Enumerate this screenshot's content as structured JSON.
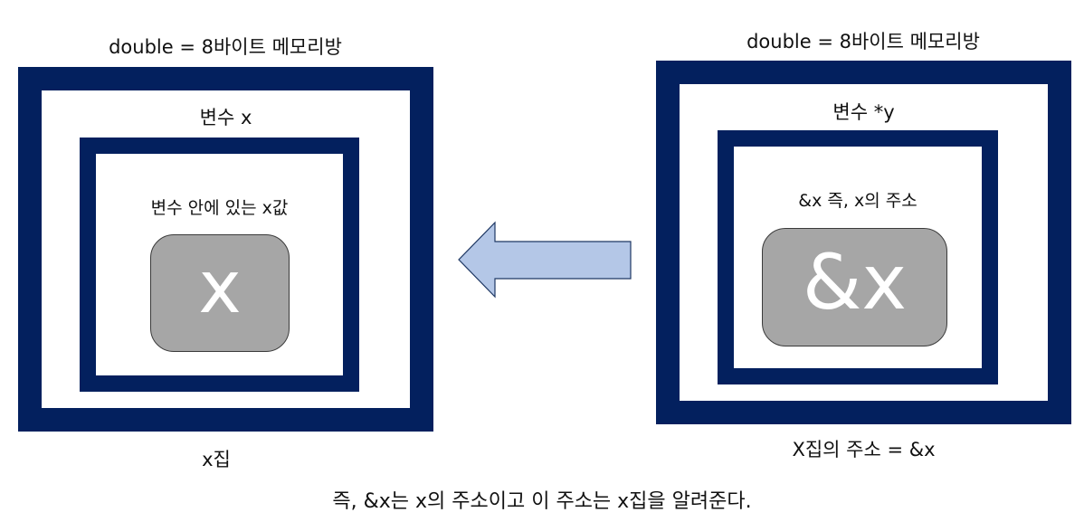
{
  "colors": {
    "frame": "#03205e",
    "chip_fill": "#a6a6a6",
    "arrow_fill": "#b4c7e7",
    "arrow_stroke": "#1f3864"
  },
  "left": {
    "heading": "double = 8바이트 메모리방",
    "variable_label": "변수 x",
    "inner_label": "변수  안에 있는 x값",
    "chip_text": "x",
    "caption": "x집"
  },
  "right": {
    "heading": "double = 8바이트 메모리방",
    "variable_label": "변수 *y",
    "inner_label": "&x 즉, x의 주소",
    "chip_text": "&x",
    "caption": "X집의 주소 = &x"
  },
  "footer": "즉, &x는 x의 주소이고 이 주소는 x집을 알려준다.",
  "icons": {
    "arrow": "left-arrow-icon"
  }
}
